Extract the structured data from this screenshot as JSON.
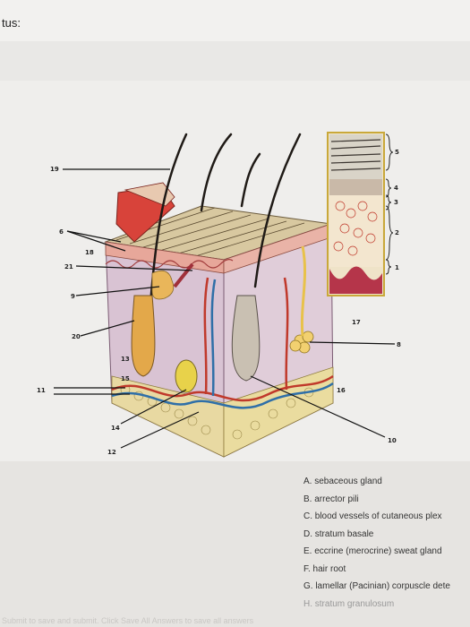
{
  "header": {
    "label": "tus:"
  },
  "figure": {
    "numbers": [
      "19",
      "6",
      "18",
      "21",
      "9",
      "20",
      "13",
      "15",
      "11",
      "14",
      "12",
      "10",
      "16",
      "17",
      "8",
      "5",
      "4",
      "3",
      "2",
      "1"
    ]
  },
  "answers": [
    "A. sebaceous gland",
    "B. arrector pili",
    "C. blood vessels of cutaneous plex",
    "D. stratum basale",
    "E. eccrine (merocrine) sweat gland",
    "F. hair root",
    "G. lamellar (Pacinian) corpuscle dete",
    "H. stratum granulosum"
  ],
  "footer": {
    "text": "Submit to save and submit. Click Save All Answers to save all answers"
  },
  "colors": {
    "dermis": "#dcc7d6",
    "fat": "#e8d9a2",
    "artery": "#c0392b",
    "vein": "#2f6fa8",
    "nerve": "#d4b63a"
  }
}
